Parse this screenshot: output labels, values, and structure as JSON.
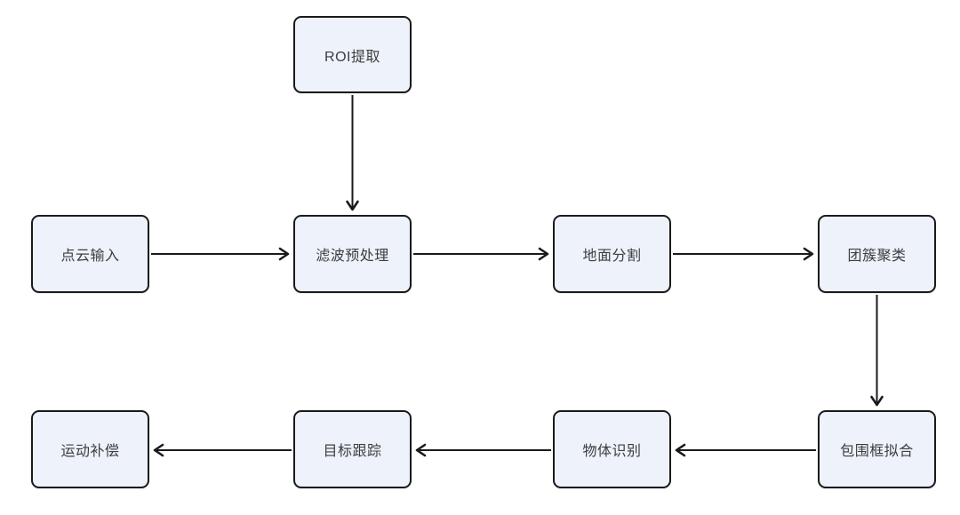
{
  "diagram": {
    "name": "lidar-point-cloud-processing-flowchart",
    "background_color": "#ffffff",
    "node_fill_color": "#edf2fb",
    "node_border_color": "#1a1a1a",
    "arrow_color": "#1a1a1a",
    "text_color": "#3d3d3d"
  },
  "nodes": [
    {
      "id": "roi-extraction",
      "label": "ROI提取"
    },
    {
      "id": "point-cloud-input",
      "label": "点云输入"
    },
    {
      "id": "filter-preprocessing",
      "label": "滤波预处理"
    },
    {
      "id": "ground-segmentation",
      "label": "地面分割"
    },
    {
      "id": "cluster-clustering",
      "label": "团簇聚类"
    },
    {
      "id": "motion-compensation",
      "label": "运动补偿"
    },
    {
      "id": "target-tracking",
      "label": "目标跟踪"
    },
    {
      "id": "object-recognition",
      "label": "物体识别"
    },
    {
      "id": "bounding-box-fitting",
      "label": "包围框拟合"
    }
  ],
  "edges": [
    {
      "from": "ROI提取",
      "to": "滤波预处理",
      "direction": "down"
    },
    {
      "from": "点云输入",
      "to": "滤波预处理",
      "direction": "right"
    },
    {
      "from": "滤波预处理",
      "to": "地面分割",
      "direction": "right"
    },
    {
      "from": "地面分割",
      "to": "团簇聚类",
      "direction": "right"
    },
    {
      "from": "团簇聚类",
      "to": "包围框拟合",
      "direction": "down"
    },
    {
      "from": "包围框拟合",
      "to": "物体识别",
      "direction": "left"
    },
    {
      "from": "物体识别",
      "to": "目标跟踪",
      "direction": "left"
    },
    {
      "from": "目标跟踪",
      "to": "运动补偿",
      "direction": "left"
    }
  ]
}
